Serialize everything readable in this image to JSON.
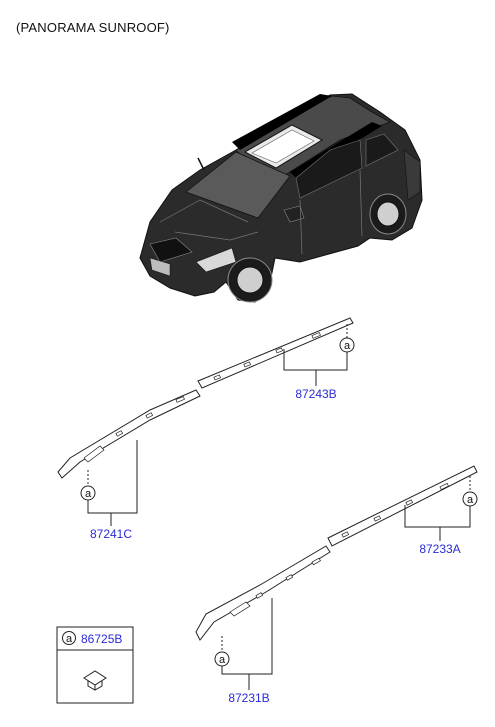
{
  "header": {
    "title": "(PANORAMA SUNROOF)"
  },
  "parts": [
    {
      "id": "87243B",
      "label": "87243B",
      "callout": "a"
    },
    {
      "id": "87241C",
      "label": "87241C",
      "callout": "a"
    },
    {
      "id": "87233A",
      "label": "87233A",
      "callout": "a"
    },
    {
      "id": "87231B",
      "label": "87231B",
      "callout": "a"
    }
  ],
  "legend": {
    "callout": "a",
    "part_number": "86725B"
  },
  "colors": {
    "part_number_text": "#2b2bd6",
    "line": "#222222",
    "car_body": "#2a2a2a"
  }
}
